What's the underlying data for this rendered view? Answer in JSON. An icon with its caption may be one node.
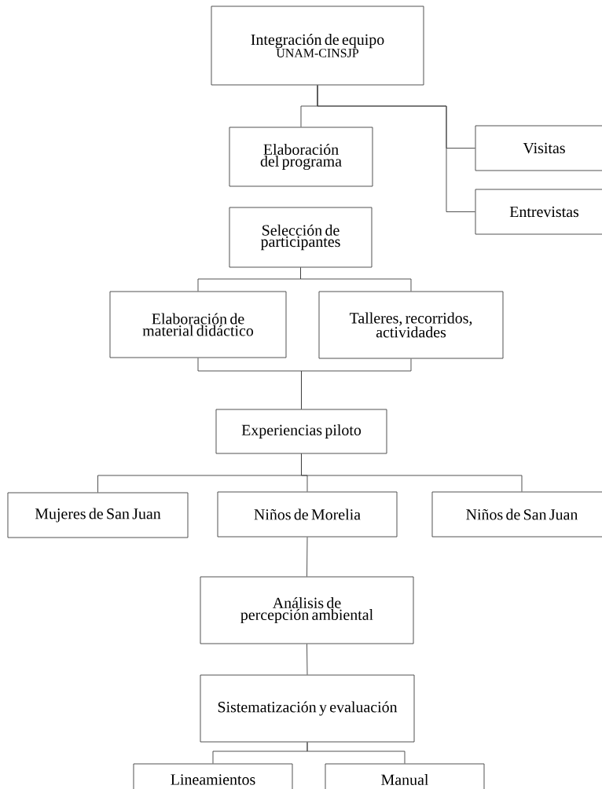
{
  "diagram": {
    "nodes": [
      {
        "text": [
          "Integración de equipo",
          "UNAM-CINSJP"
        ]
      },
      {
        "text": [
          "Elaboración del programa"
        ]
      },
      {
        "text": [
          "Visitas"
        ]
      },
      {
        "text": [
          "Entrevistas"
        ]
      },
      {
        "text": [
          "Selección de participantes"
        ]
      },
      {
        "text": [
          "Elaboración de material didáctico"
        ]
      },
      {
        "text": [
          "Talleres, recorridos, actividades"
        ]
      },
      {
        "text": [
          "Experiencias piloto"
        ]
      },
      {
        "text": [
          "Mujeres de San Juan"
        ]
      },
      {
        "text": [
          "Niños de Morelia"
        ]
      },
      {
        "text": [
          "Niños de San Juan"
        ]
      },
      {
        "text": [
          "Análisis de percepción ambiental"
        ]
      },
      {
        "text": [
          "Sistematización y evaluación"
        ]
      },
      {
        "text": [
          "Lineamientos"
        ]
      },
      {
        "text": [
          "Manual"
        ]
      }
    ],
    "edges": [
      {
        "from": 0,
        "to": 1,
        "arrow": "none"
      },
      {
        "from": 0,
        "to": 2,
        "arrow": "none"
      },
      {
        "from": 0,
        "to": 3,
        "arrow": "none"
      },
      {
        "from": 4,
        "to": 5,
        "arrow": "none"
      },
      {
        "from": 4,
        "to": 6,
        "arrow": "none"
      },
      {
        "from": 5,
        "to": 7,
        "arrow": "none"
      },
      {
        "from": 6,
        "to": 7,
        "arrow": "none"
      },
      {
        "from": 7,
        "to": 8,
        "arrow": "none"
      },
      {
        "from": 7,
        "to": 9,
        "arrow": "none"
      },
      {
        "from": 7,
        "to": 10,
        "arrow": "none"
      },
      {
        "from": 9,
        "to": 11,
        "arrow": "none"
      },
      {
        "from": 11,
        "to": 12,
        "arrow": "none"
      },
      {
        "from": 12,
        "to": 13,
        "arrow": "none"
      },
      {
        "from": 12,
        "to": 14,
        "arrow": "none"
      }
    ]
  }
}
